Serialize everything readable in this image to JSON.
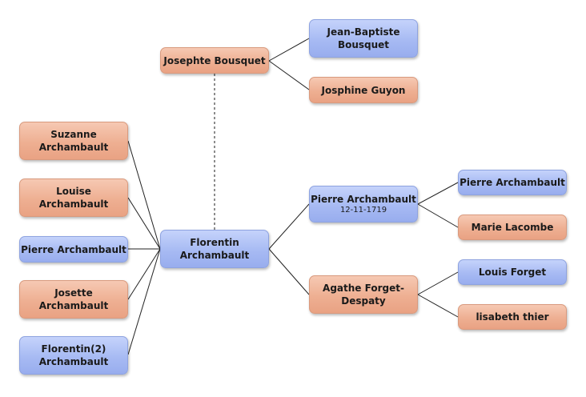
{
  "nodes": {
    "josephte_bousquet": {
      "name": "Josephte Bousquet",
      "gender": "female"
    },
    "jean_baptiste_bousquet": {
      "name": "Jean-Baptiste\nBousquet",
      "gender": "male"
    },
    "josphine_guyon": {
      "name": "Josphine Guyon",
      "gender": "female"
    },
    "suzanne_archambault": {
      "name": "Suzanne\nArchambault",
      "gender": "female"
    },
    "louise_archambault": {
      "name": "Louise\nArchambault",
      "gender": "female"
    },
    "pierre_archambault_child": {
      "name": "Pierre Archambault",
      "gender": "male"
    },
    "josette_archambault": {
      "name": "Josette\nArchambault",
      "gender": "female"
    },
    "florentin2_archambault": {
      "name": "Florentin(2)\nArchambault",
      "gender": "male"
    },
    "florentin_archambault": {
      "name": "Florentin\nArchambault",
      "gender": "male"
    },
    "pierre_archambault_father": {
      "name": "Pierre Archambault",
      "date": "12-11-1719",
      "gender": "male"
    },
    "agathe_forget_despaty": {
      "name": "Agathe Forget-\nDespaty",
      "gender": "female"
    },
    "pierre_archambault_gf": {
      "name": "Pierre Archambault",
      "gender": "male"
    },
    "marie_lacombe": {
      "name": "Marie Lacombe",
      "gender": "female"
    },
    "louis_forget": {
      "name": "Louis Forget",
      "gender": "male"
    },
    "lisabeth_thier": {
      "name": "lisabeth thier",
      "gender": "female"
    }
  },
  "colors": {
    "female_fill": "#eeaf92",
    "male_fill": "#a7baf3",
    "line": "#222222",
    "spouse_line": "#666666"
  }
}
